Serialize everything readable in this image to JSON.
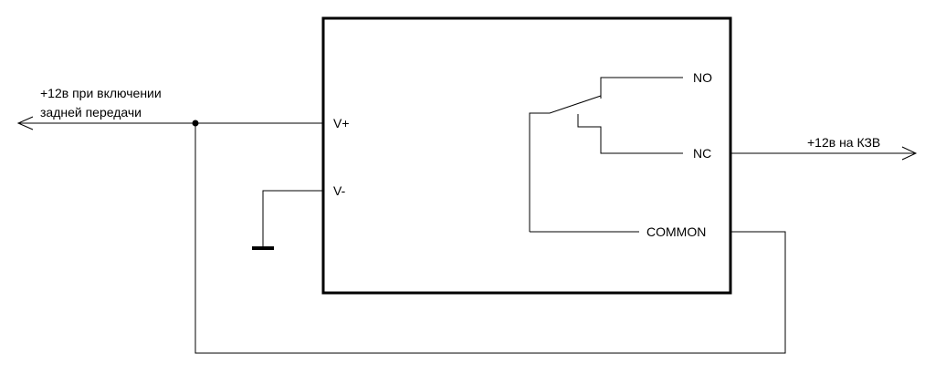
{
  "labels": {
    "input_line1": "+12в при включении",
    "input_line2": "задней передачи",
    "output": "+12в на КЗВ"
  },
  "pins": {
    "v_plus": "V+",
    "v_minus": "V-",
    "no": "NO",
    "nc": "NC",
    "common": "COMMON"
  }
}
